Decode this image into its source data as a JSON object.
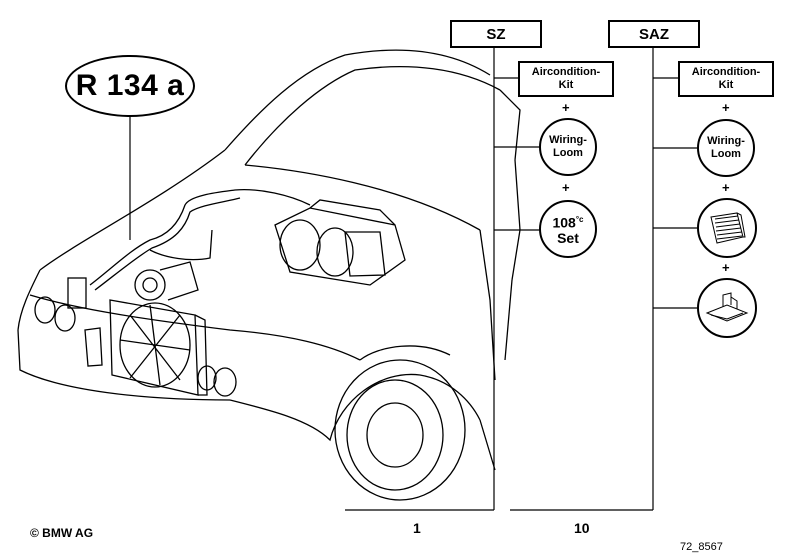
{
  "refrigerant_label": "R 134 a",
  "group_sz": {
    "title": "SZ",
    "kit_line1": "Aircondition-",
    "kit_line2": "Kit",
    "plus": "+",
    "wiring_line1": "Wiring-",
    "wiring_line2": "Loom",
    "set_number": "108",
    "set_unit": "°c",
    "set_word": "Set",
    "quantity": "1"
  },
  "group_saz": {
    "title": "SAZ",
    "kit_line1": "Aircondition-",
    "kit_line2": "Kit",
    "plus": "+",
    "wiring_line1": "Wiring-",
    "wiring_line2": "Loom",
    "quantity": "10"
  },
  "copyright": "© BMW AG",
  "reference": "72_8567",
  "icons": [
    "condenser-part-icon",
    "bracket-part-icon"
  ]
}
